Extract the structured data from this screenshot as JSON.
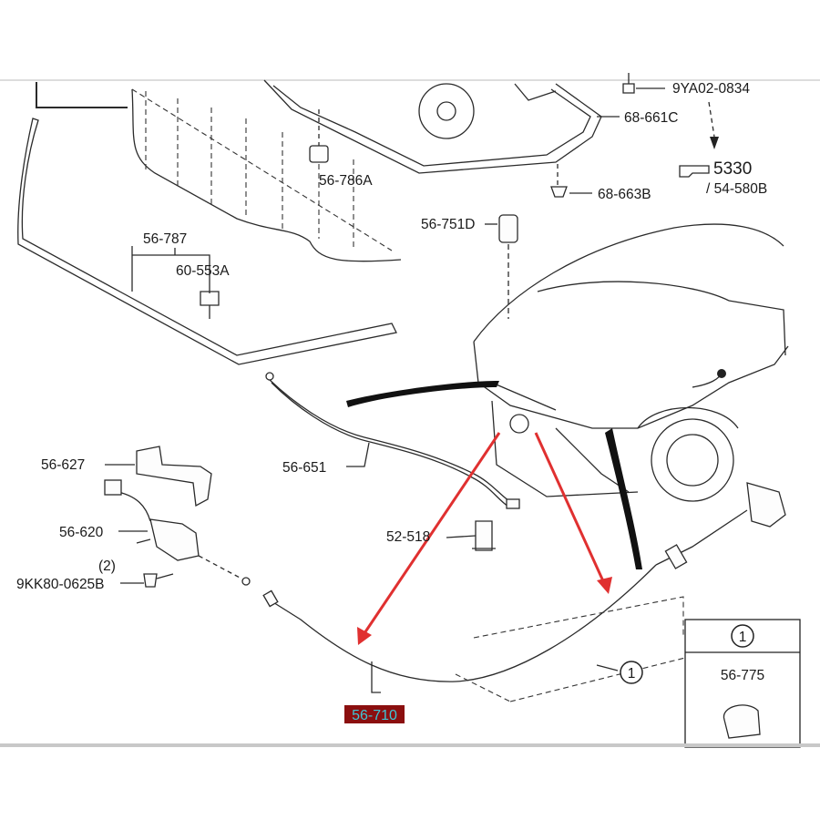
{
  "labels": {
    "p9ya02_0834": "9YA02-0834",
    "p68_661c": "68-661C",
    "p5330": "5330",
    "p54_580b": "/ 54-580B",
    "p56_786a": "56-786A",
    "p68_663b": "68-663B",
    "p56_751d": "56-751D",
    "p56_787": "56-787",
    "p60_553a": "60-553A",
    "p56_651": "56-651",
    "p56_627": "56-627",
    "p56_620": "56-620",
    "p2": "(2)",
    "p9kk80_0625b": "9KK80-0625B",
    "p52_518": "52-518",
    "p56_710": "56-710",
    "callout_1": "1",
    "inset_num": "1",
    "inset_part": "56-775"
  },
  "colors": {
    "arrow": "#e03030",
    "highlight_bg": "#8b0f0f",
    "highlight_text": "#3ec6d6"
  },
  "icons": {
    "hand": "pointing-hand-icon"
  }
}
